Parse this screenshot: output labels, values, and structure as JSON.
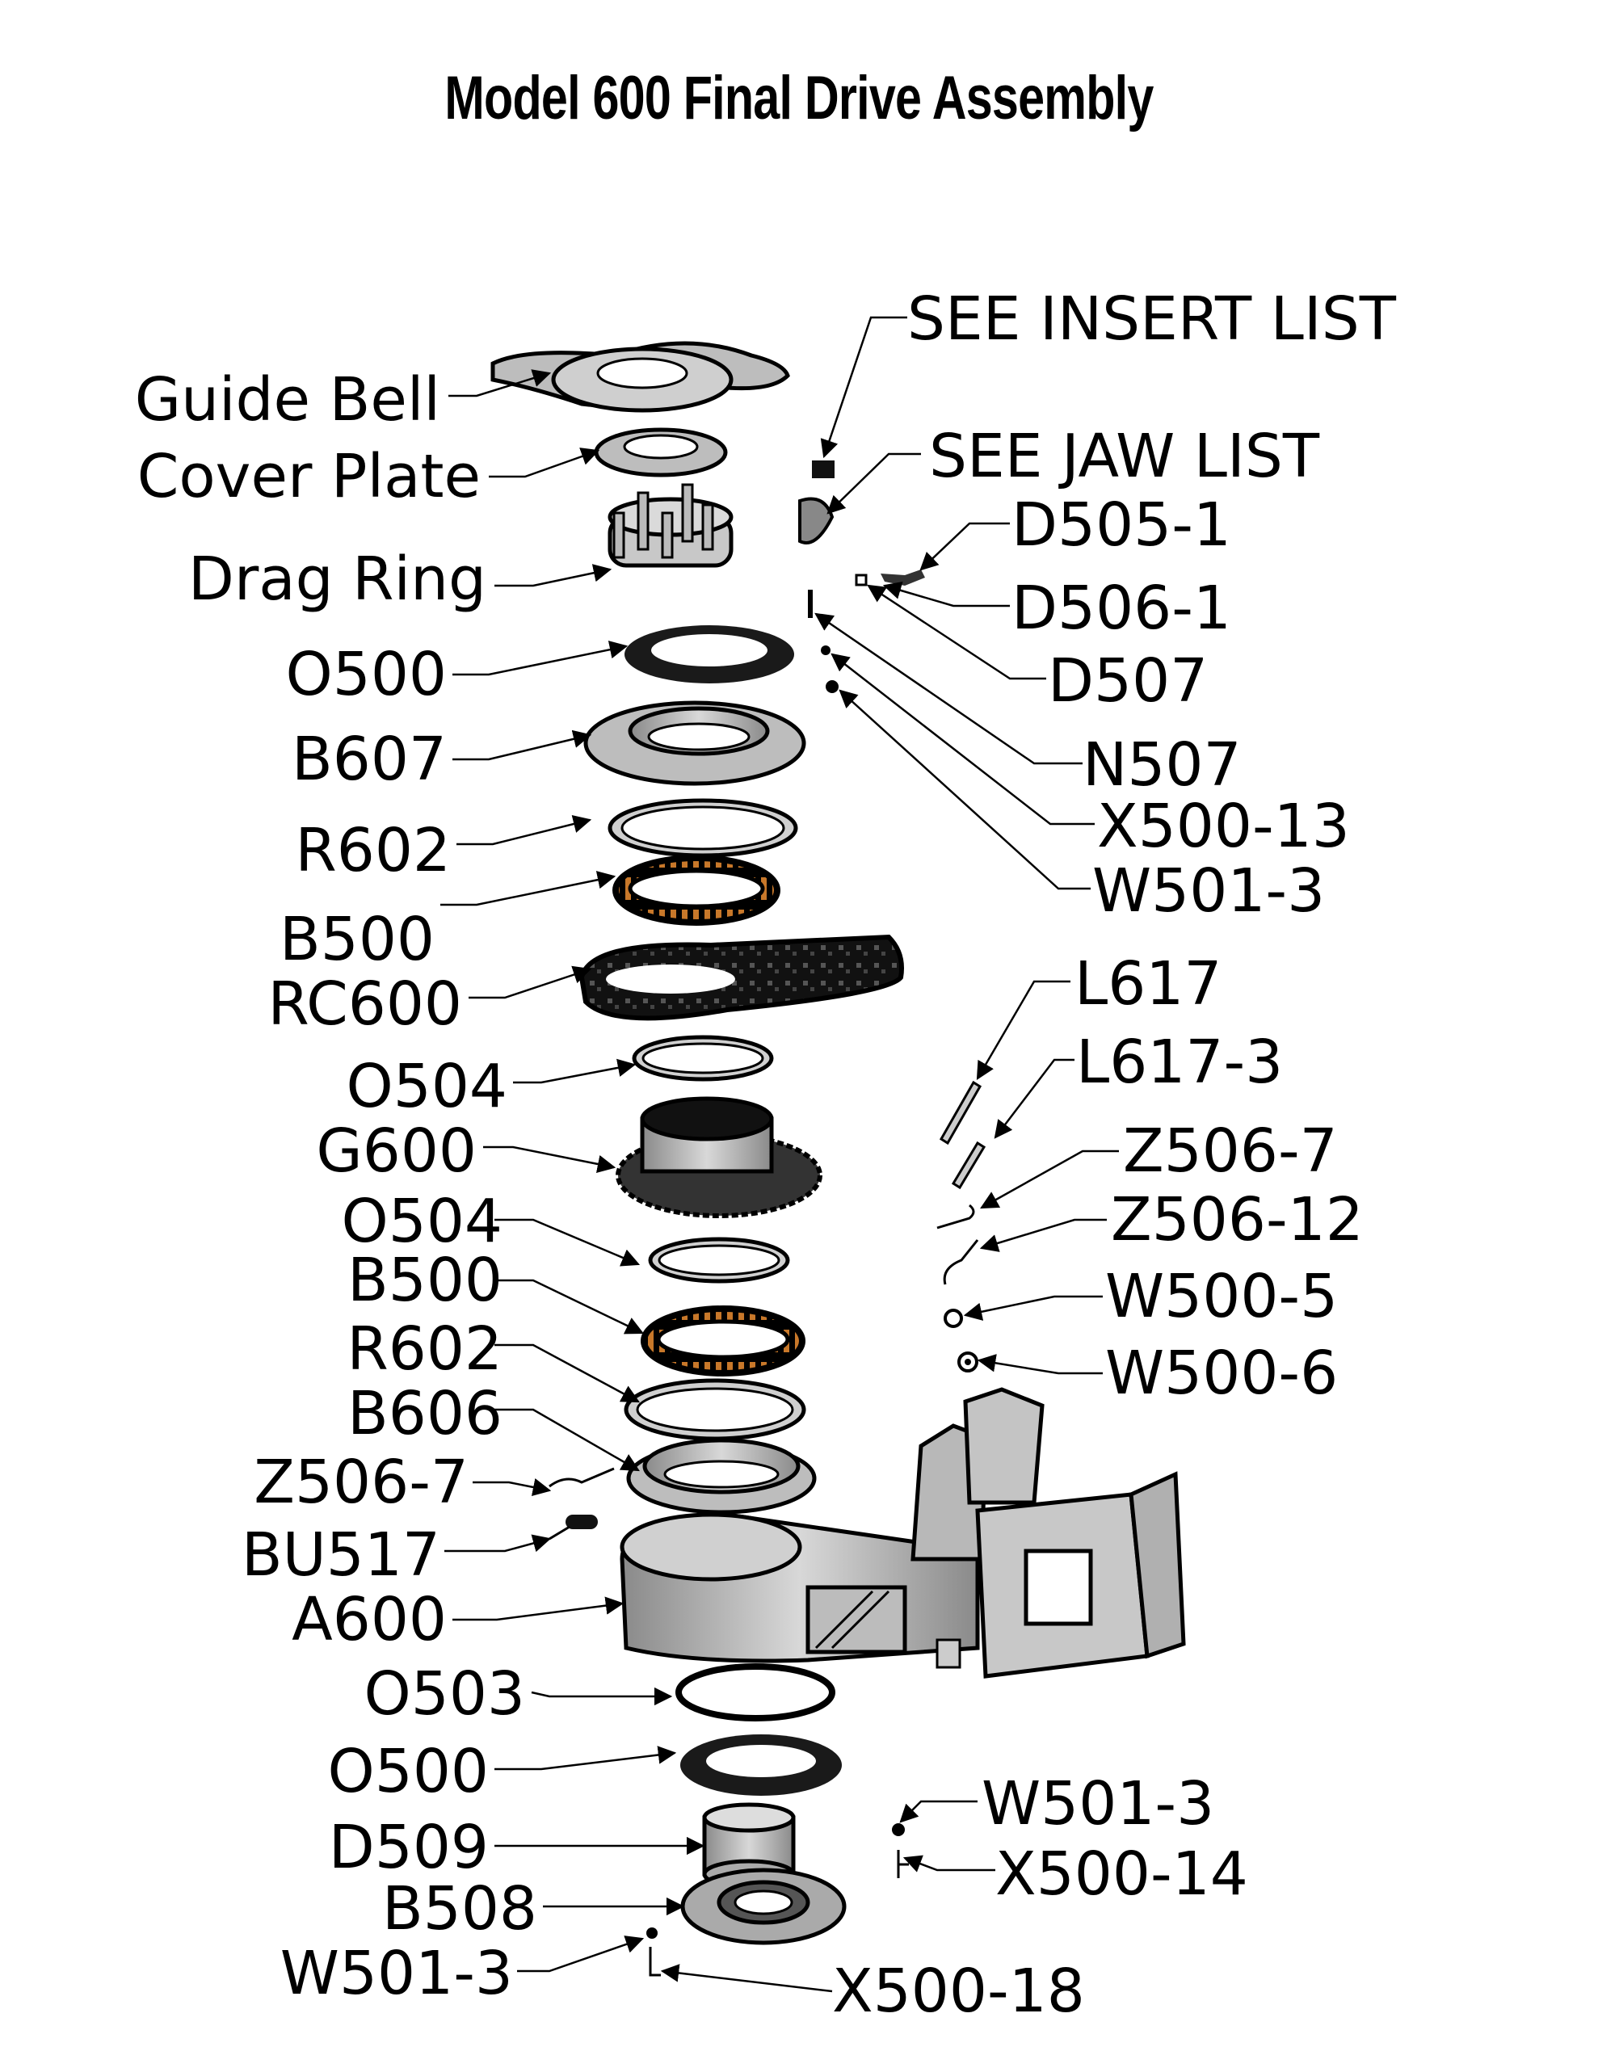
{
  "title": "Model 600 Final Drive Assembly",
  "colors": {
    "outline": "#000000",
    "metal_light": "#d4d4d4",
    "metal_mid": "#a8a8a8",
    "metal_dark": "#7a7a7a",
    "bearing_roller": "#c8782a",
    "seal": "#1a1a1a"
  },
  "labels": {
    "guide_bell": "Guide Bell",
    "cover_plate": "Cover Plate",
    "drag_ring": "Drag Ring",
    "o500_top": "O500",
    "b607": "B607",
    "r602_top": "R602",
    "b500_top": "B500",
    "rc600": "RC600",
    "o504_top": "O504",
    "g600": "G600",
    "o504_mid": "O504",
    "b500_mid": "B500",
    "r602_mid": "R602",
    "b606": "B606",
    "z506_7_left": "Z506-7",
    "bu517": "BU517",
    "a600": "A600",
    "o503": "O503",
    "o500_bottom": "O500",
    "d509": "D509",
    "b508": "B508",
    "w501_3_bottom_left": "W501-3",
    "x500_18": "X500-18",
    "w501_3_bottom_right": "W501-3",
    "x500_14": "X500-14",
    "see_insert_list": "SEE INSERT LIST",
    "see_jaw_list": "SEE JAW LIST",
    "d505_1": "D505-1",
    "d506_1": "D506-1",
    "d507": "D507",
    "n507": "N507",
    "x500_13": "X500-13",
    "w501_3_top": "W501-3",
    "l617": "L617",
    "l617_3": "L617-3",
    "z506_7_right": "Z506-7",
    "z506_12": "Z506-12",
    "w500_5": "W500-5",
    "w500_6": "W500-6"
  }
}
